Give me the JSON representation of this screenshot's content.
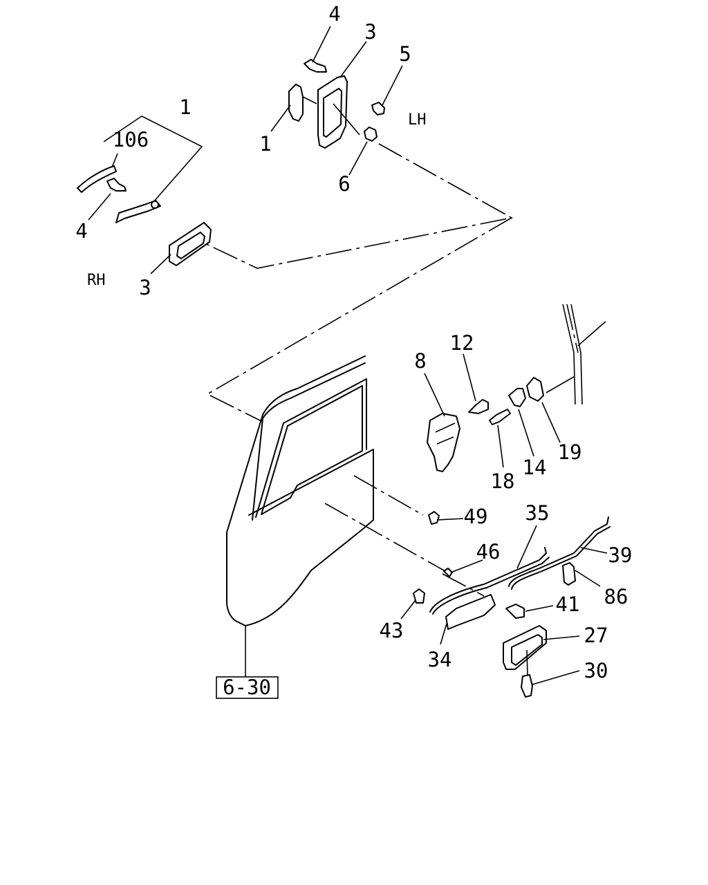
{
  "side_labels": {
    "lh": "LH",
    "rh": "RH"
  },
  "reference_box": "6-30",
  "callouts": {
    "c1a": "1",
    "c1b": "1",
    "c3a": "3",
    "c3b": "3",
    "c4a": "4",
    "c4b": "4",
    "c5": "5",
    "c6": "6",
    "c106": "106",
    "c8": "8",
    "c12": "12",
    "c14": "14",
    "c18": "18",
    "c19": "19",
    "c27": "27",
    "c30": "30",
    "c34": "34",
    "c35": "35",
    "c39": "39",
    "c41": "41",
    "c43": "43",
    "c46": "46",
    "c49": "49",
    "c86": "86"
  }
}
